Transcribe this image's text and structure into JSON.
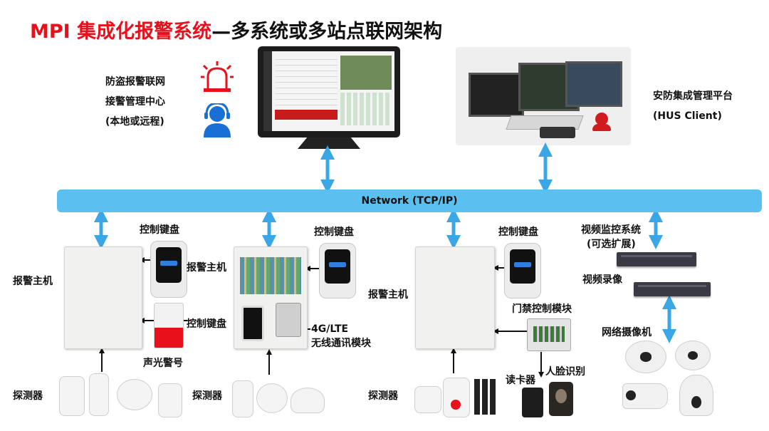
{
  "title": {
    "part1": "MPI 集成化报警系统",
    "part2": "—多系统或多站点联网架构"
  },
  "network": {
    "label": "Network (TCP/IP)"
  },
  "center": {
    "line1": "防盗报警联网",
    "line2": "接警管理中心",
    "line3": "(本地或远程)"
  },
  "hus": {
    "line1": "安防集成管理平台",
    "line2": "(HUS Client)"
  },
  "site1": {
    "panel": "报警主机",
    "keypad_top": "控制键盘",
    "keypad_side": "控制键盘",
    "siren": "声光警号",
    "detectors": "探测器"
  },
  "site2": {
    "keypad": "控制键盘",
    "panel": "报警主机",
    "module_line1": "4G/LTE",
    "module_line2": "无线通讯模块",
    "detectors": "探测器"
  },
  "site3": {
    "keypad": "控制键盘",
    "panel": "报警主机",
    "access": "门禁控制模块",
    "reader": "读卡器",
    "face": "人脸识别",
    "detectors": "探测器"
  },
  "video": {
    "system_line1": "视频监控系统",
    "system_line2": "(可选扩展)",
    "recorder": "视频录像",
    "cameras": "网络摄像机"
  },
  "colors": {
    "accent_red": "#e8101b",
    "network_blue": "#5bc0ef",
    "arrow_blue": "#3aa6e6",
    "icon_blue": "#1a6fd6"
  }
}
